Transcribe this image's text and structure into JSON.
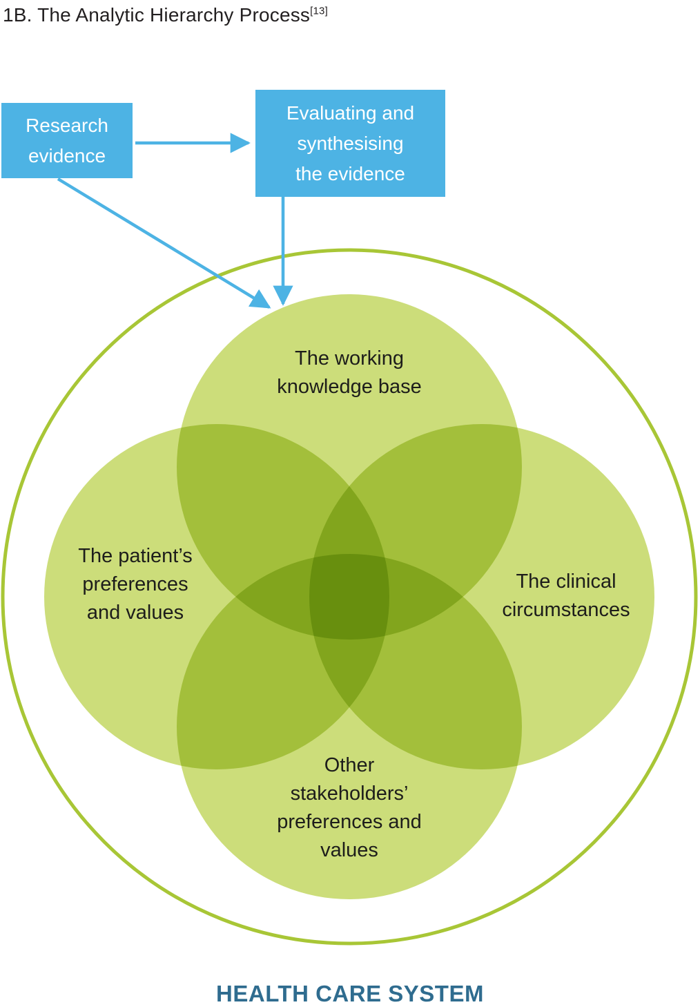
{
  "title": {
    "text": "1B. The Analytic Hierarchy Process",
    "reference": "[13]"
  },
  "flow": {
    "research_box": {
      "lines": [
        "Research",
        "evidence"
      ]
    },
    "evaluating_box": {
      "lines": [
        "Evaluating and",
        "synthesising",
        "the evidence"
      ]
    },
    "arrows": [
      "research-to-evaluating",
      "research-to-knowledge-base",
      "evaluating-to-knowledge-base"
    ]
  },
  "venn": {
    "top": {
      "lines": [
        "The working",
        "knowledge base"
      ]
    },
    "left": {
      "lines": [
        "The patient’s",
        "preferences",
        "and values"
      ]
    },
    "right": {
      "lines": [
        "The clinical",
        "circumstances"
      ]
    },
    "bottom": {
      "lines": [
        "Other",
        "stakeholders’",
        "preferences and",
        "values"
      ]
    }
  },
  "caption": "HEALTH CARE SYSTEM",
  "colors": {
    "flow_blue": "#4db3e4",
    "venn_fill": "#ccdd7a",
    "venn_overlap_2": "#a3bf3a",
    "venn_overlap_4": "#688f12",
    "outer_ring": "#a8c636",
    "caption_text": "#2f6c8f",
    "label_text": "#1d1d1b",
    "box_text": "#ffffff"
  }
}
